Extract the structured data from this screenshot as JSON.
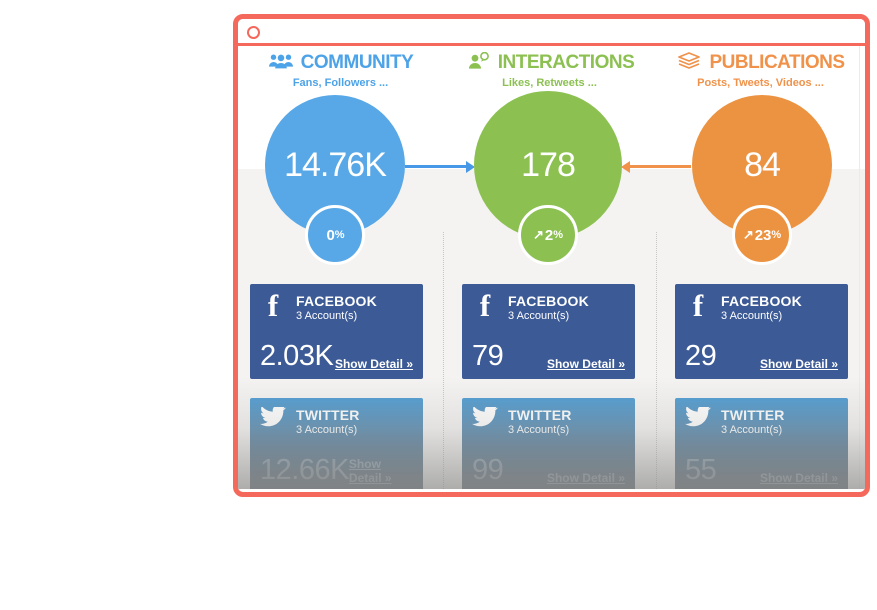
{
  "window": {
    "accent_color": "#f4695c"
  },
  "flow_arrows": [
    {
      "from": "community",
      "to": "interactions",
      "color": "#4799e8",
      "direction": "right"
    },
    {
      "from": "publications",
      "to": "interactions",
      "color": "#f0924a",
      "direction": "left"
    }
  ],
  "columns": [
    {
      "id": "community",
      "icon": "people-icon",
      "title": "COMMUNITY",
      "subtitle": "Fans, Followers ...",
      "color": "#4da3e8",
      "total": "14.76K",
      "trend": {
        "arrow": "",
        "value": "0",
        "unit": "%"
      },
      "facebook": {
        "network": "FACEBOOK",
        "accounts": "3 Account(s)",
        "value": "2.03K",
        "action": "Show Detail »"
      },
      "twitter": {
        "network": "TWITTER",
        "accounts": "3 Account(s)",
        "value": "12.66K",
        "action": "Show Detail »"
      }
    },
    {
      "id": "interactions",
      "icon": "person-chat-icon",
      "title": "INTERACTIONS",
      "subtitle": "Likes, Retweets ...",
      "color": "#8cc152",
      "total": "178",
      "trend": {
        "arrow": "↗",
        "value": "2",
        "unit": "%"
      },
      "facebook": {
        "network": "FACEBOOK",
        "accounts": "3 Account(s)",
        "value": "79",
        "action": "Show Detail »"
      },
      "twitter": {
        "network": "TWITTER",
        "accounts": "3 Account(s)",
        "value": "99",
        "action": "Show Detail »"
      }
    },
    {
      "id": "publications",
      "icon": "layers-icon",
      "title": "PUBLICATIONS",
      "subtitle": "Posts, Tweets, Videos ...",
      "color": "#f0924a",
      "total": "84",
      "trend": {
        "arrow": "↗",
        "value": "23",
        "unit": "%"
      },
      "facebook": {
        "network": "FACEBOOK",
        "accounts": "3 Account(s)",
        "value": "29",
        "action": "Show Detail »"
      },
      "twitter": {
        "network": "TWITTER",
        "accounts": "3 Account(s)",
        "value": "55",
        "action": "Show Detail »"
      }
    }
  ]
}
